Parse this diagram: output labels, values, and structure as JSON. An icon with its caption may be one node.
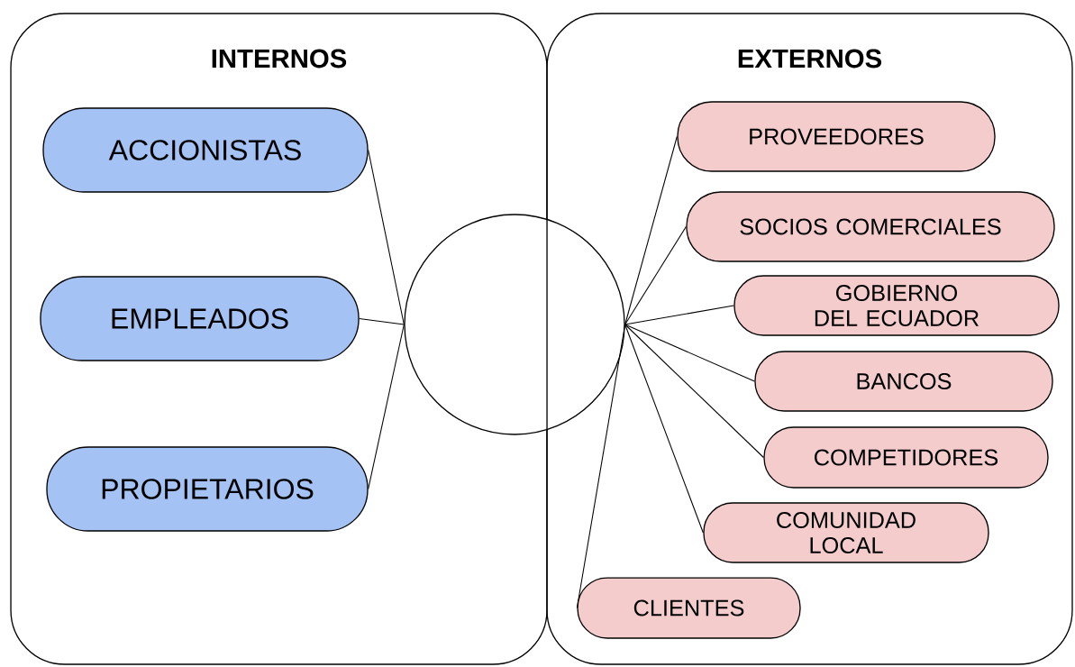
{
  "diagram": {
    "nodes": [
      {
        "text": [
          "INTERNOS"
        ]
      },
      {
        "text": [
          "ACCIONISTAS"
        ],
        "in": 0
      },
      {
        "text": [
          "EMPLEADOS"
        ],
        "in": 0
      },
      {
        "text": [
          "PROPIETARIOS"
        ],
        "in": 0
      },
      {
        "text": [],
        "shape": "circle"
      },
      {
        "text": [
          "EXTERNOS"
        ]
      },
      {
        "text": [
          "PROVEEDORES"
        ],
        "in": 5
      },
      {
        "text": [
          "SOCIOS COMERCIALES"
        ],
        "in": 5
      },
      {
        "text": [
          "GOBIERNO DEL ECUADOR"
        ],
        "in": 5
      },
      {
        "text": [
          "BANCOS"
        ],
        "in": 5
      },
      {
        "text": [
          "COMPETIDORES"
        ],
        "in": 5
      },
      {
        "text": [
          "COMUNIDAD LOCAL"
        ],
        "in": 5
      },
      {
        "text": [
          "CLIENTES"
        ],
        "in": 5
      }
    ],
    "edges": [
      {
        "from": 4,
        "to": 1,
        "arrow": "none"
      },
      {
        "from": 4,
        "to": 2,
        "arrow": "none"
      },
      {
        "from": 4,
        "to": 3,
        "arrow": "none"
      },
      {
        "from": 4,
        "to": 6,
        "arrow": "none"
      },
      {
        "from": 4,
        "to": 7,
        "arrow": "none"
      },
      {
        "from": 4,
        "to": 8,
        "arrow": "none"
      },
      {
        "from": 4,
        "to": 9,
        "arrow": "none"
      },
      {
        "from": 4,
        "to": 10,
        "arrow": "none"
      },
      {
        "from": 4,
        "to": 11,
        "arrow": "none"
      },
      {
        "from": 4,
        "to": 12,
        "arrow": "none"
      }
    ]
  }
}
